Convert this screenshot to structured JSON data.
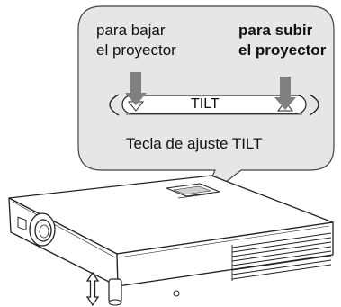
{
  "callout": {
    "lower_label": [
      "para bajar",
      "el proyector"
    ],
    "raise_label": [
      "para subir",
      "el proyector"
    ],
    "button_text": "TILT",
    "caption": "Tecla de ajuste TILT"
  },
  "colors": {
    "callout_fill": "#e6e6e6",
    "arrow_fill": "#808080",
    "outline": "#222222"
  }
}
